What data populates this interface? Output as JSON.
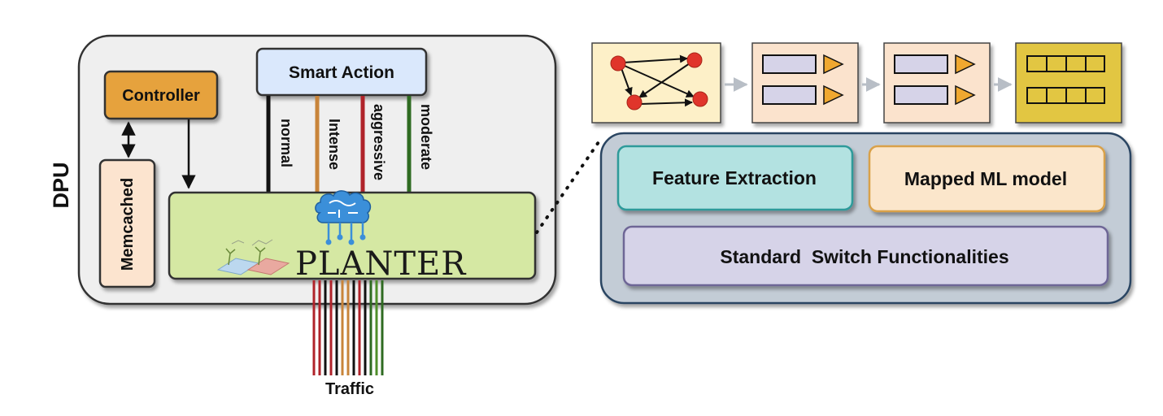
{
  "dpu": {
    "label": "DPU"
  },
  "smart_action": {
    "label": "Smart Action"
  },
  "controller": {
    "label": "Controller"
  },
  "memcached": {
    "label": "Memcached"
  },
  "actions": [
    {
      "label": "normal",
      "color": "#111111"
    },
    {
      "label": "Intense",
      "color": "#c8843a"
    },
    {
      "label": "aggressive",
      "color": "#b0232a"
    },
    {
      "label": "moderate",
      "color": "#2f6b22"
    }
  ],
  "planter": {
    "label": "PLANTER"
  },
  "traffic": {
    "label": "Traffic"
  },
  "switch": {
    "feature_extraction": "Feature Extraction",
    "mapped_model": "Mapped ML model",
    "standard_functions": "Standard  Switch Functionalities"
  },
  "colors": {
    "dpu_fill": "#efefef",
    "smart_action_fill": "#dae8fc",
    "controller_fill": "#e6a23c",
    "memcached_fill": "#fce4cf",
    "planter_fill": "#d5e8a3",
    "switch_fill": "#c3ccd6",
    "feature_fill": "#b3e2e1",
    "model_fill": "#fbe6cb",
    "standard_fill": "#d6d3e8",
    "pipeline_graph_fill": "#fdf0c8",
    "pipeline_stage_fill": "#fbe3cd",
    "pipeline_final_fill": "#e2c642",
    "brain_blue": "#3b8fd9",
    "node_red": "#e0352b"
  }
}
